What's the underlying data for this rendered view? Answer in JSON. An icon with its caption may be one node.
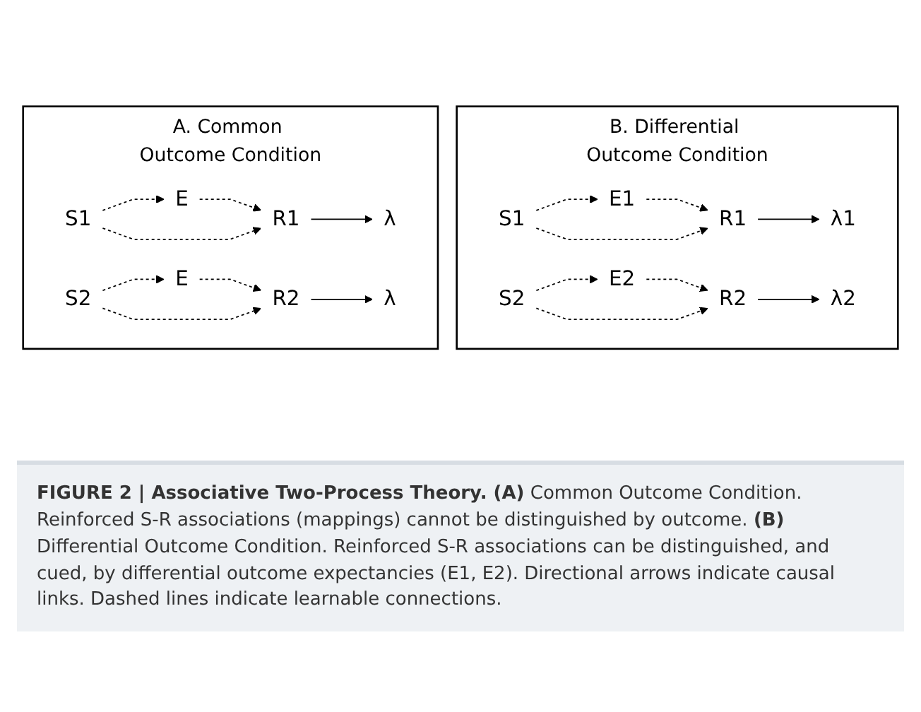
{
  "diagram": {
    "caption": "**FIGURE 2 | Associative Two-Process Theory. (A)** Common Outcome Condition. Reinforced S-R associations (mappings) cannot be distinguished by outcome. **(B)** Differential Outcome Condition. Reinforced S-R associations can be distinguished, and cued, by differential outcome expectancies (E1, E2). Directional arrows indicate causal links. Dashed lines indicate learnable connections.",
    "nodes": [
      {
        "text": [
          "A. Common Outcome Condition"
        ]
      },
      {
        "text": [
          "E"
        ],
        "in": 0
      },
      {
        "text": [
          "S1"
        ],
        "in": 0
      },
      {
        "text": [
          "R1"
        ],
        "in": 0
      },
      {
        "text": [
          "λ"
        ],
        "in": 0
      },
      {
        "text": [
          "E"
        ],
        "in": 0
      },
      {
        "text": [
          "S2"
        ],
        "in": 0
      },
      {
        "text": [
          "R2"
        ],
        "in": 0
      },
      {
        "text": [
          "λ"
        ],
        "in": 0
      },
      {
        "text": [
          "B. Differential Outcome Condition"
        ]
      },
      {
        "text": [
          "E1"
        ],
        "in": 9
      },
      {
        "text": [
          "S1"
        ],
        "in": 9
      },
      {
        "text": [
          "R1"
        ],
        "in": 9
      },
      {
        "text": [
          "λ1"
        ],
        "in": 9
      },
      {
        "text": [
          "E2"
        ],
        "in": 9
      },
      {
        "text": [
          "S2"
        ],
        "in": 9
      },
      {
        "text": [
          "R2"
        ],
        "in": 9
      },
      {
        "text": [
          "λ2"
        ],
        "in": 9
      }
    ],
    "edges": [
      {
        "from": 2,
        "to": 1,
        "arrow": "to",
        "style": "dashed"
      },
      {
        "from": 1,
        "to": 3,
        "arrow": "to",
        "style": "dashed"
      },
      {
        "from": 2,
        "to": 3,
        "arrow": "to",
        "style": "dashed"
      },
      {
        "from": 3,
        "to": 4,
        "arrow": "to"
      },
      {
        "from": 6,
        "to": 5,
        "arrow": "to",
        "style": "dashed"
      },
      {
        "from": 5,
        "to": 7,
        "arrow": "to",
        "style": "dashed"
      },
      {
        "from": 6,
        "to": 7,
        "arrow": "to",
        "style": "dashed"
      },
      {
        "from": 7,
        "to": 8,
        "arrow": "to"
      },
      {
        "from": 11,
        "to": 10,
        "arrow": "to",
        "style": "dashed"
      },
      {
        "from": 10,
        "to": 12,
        "arrow": "to",
        "style": "dashed"
      },
      {
        "from": 11,
        "to": 12,
        "arrow": "to",
        "style": "dashed"
      },
      {
        "from": 12,
        "to": 13,
        "arrow": "to"
      },
      {
        "from": 15,
        "to": 14,
        "arrow": "to",
        "style": "dashed"
      },
      {
        "from": 14,
        "to": 16,
        "arrow": "to",
        "style": "dashed"
      },
      {
        "from": 15,
        "to": 16,
        "arrow": "to",
        "style": "dashed"
      },
      {
        "from": 16,
        "to": 17,
        "arrow": "to"
      }
    ]
  }
}
